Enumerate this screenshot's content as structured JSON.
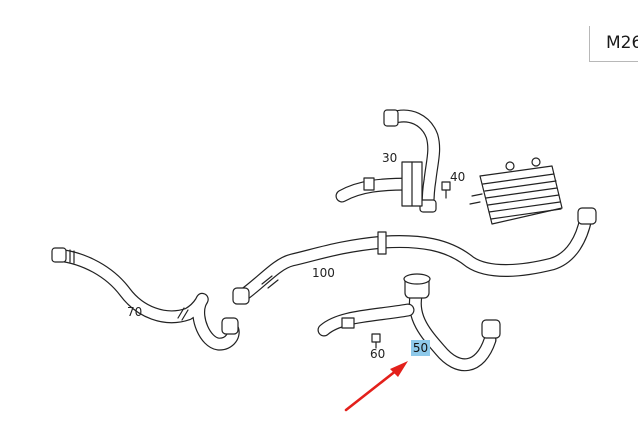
{
  "model_badge": "M26",
  "highlight_color": "#8ec9ea",
  "arrow_color": "#e3201b",
  "callouts": {
    "p30": "30",
    "p40": "40",
    "p50": "50",
    "p60": "60",
    "p70": "70",
    "p100": "100"
  }
}
